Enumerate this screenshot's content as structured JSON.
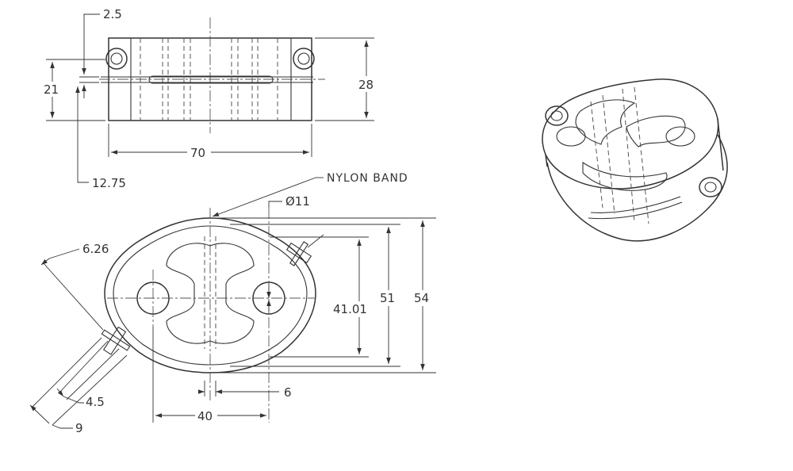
{
  "top_view": {
    "dims": {
      "gap": "2.5",
      "height_inner": "21",
      "height_total": "28",
      "width": "70",
      "offset": "12.75"
    }
  },
  "front_view": {
    "note": "NYLON BAND",
    "dims": {
      "hole": "Ø11",
      "pin_len": "6.26",
      "inner": "41.01",
      "mid": "51",
      "outer": "54",
      "pin_dia": "4.5",
      "pin_head": "9",
      "spacing": "40",
      "slot": "6"
    }
  }
}
